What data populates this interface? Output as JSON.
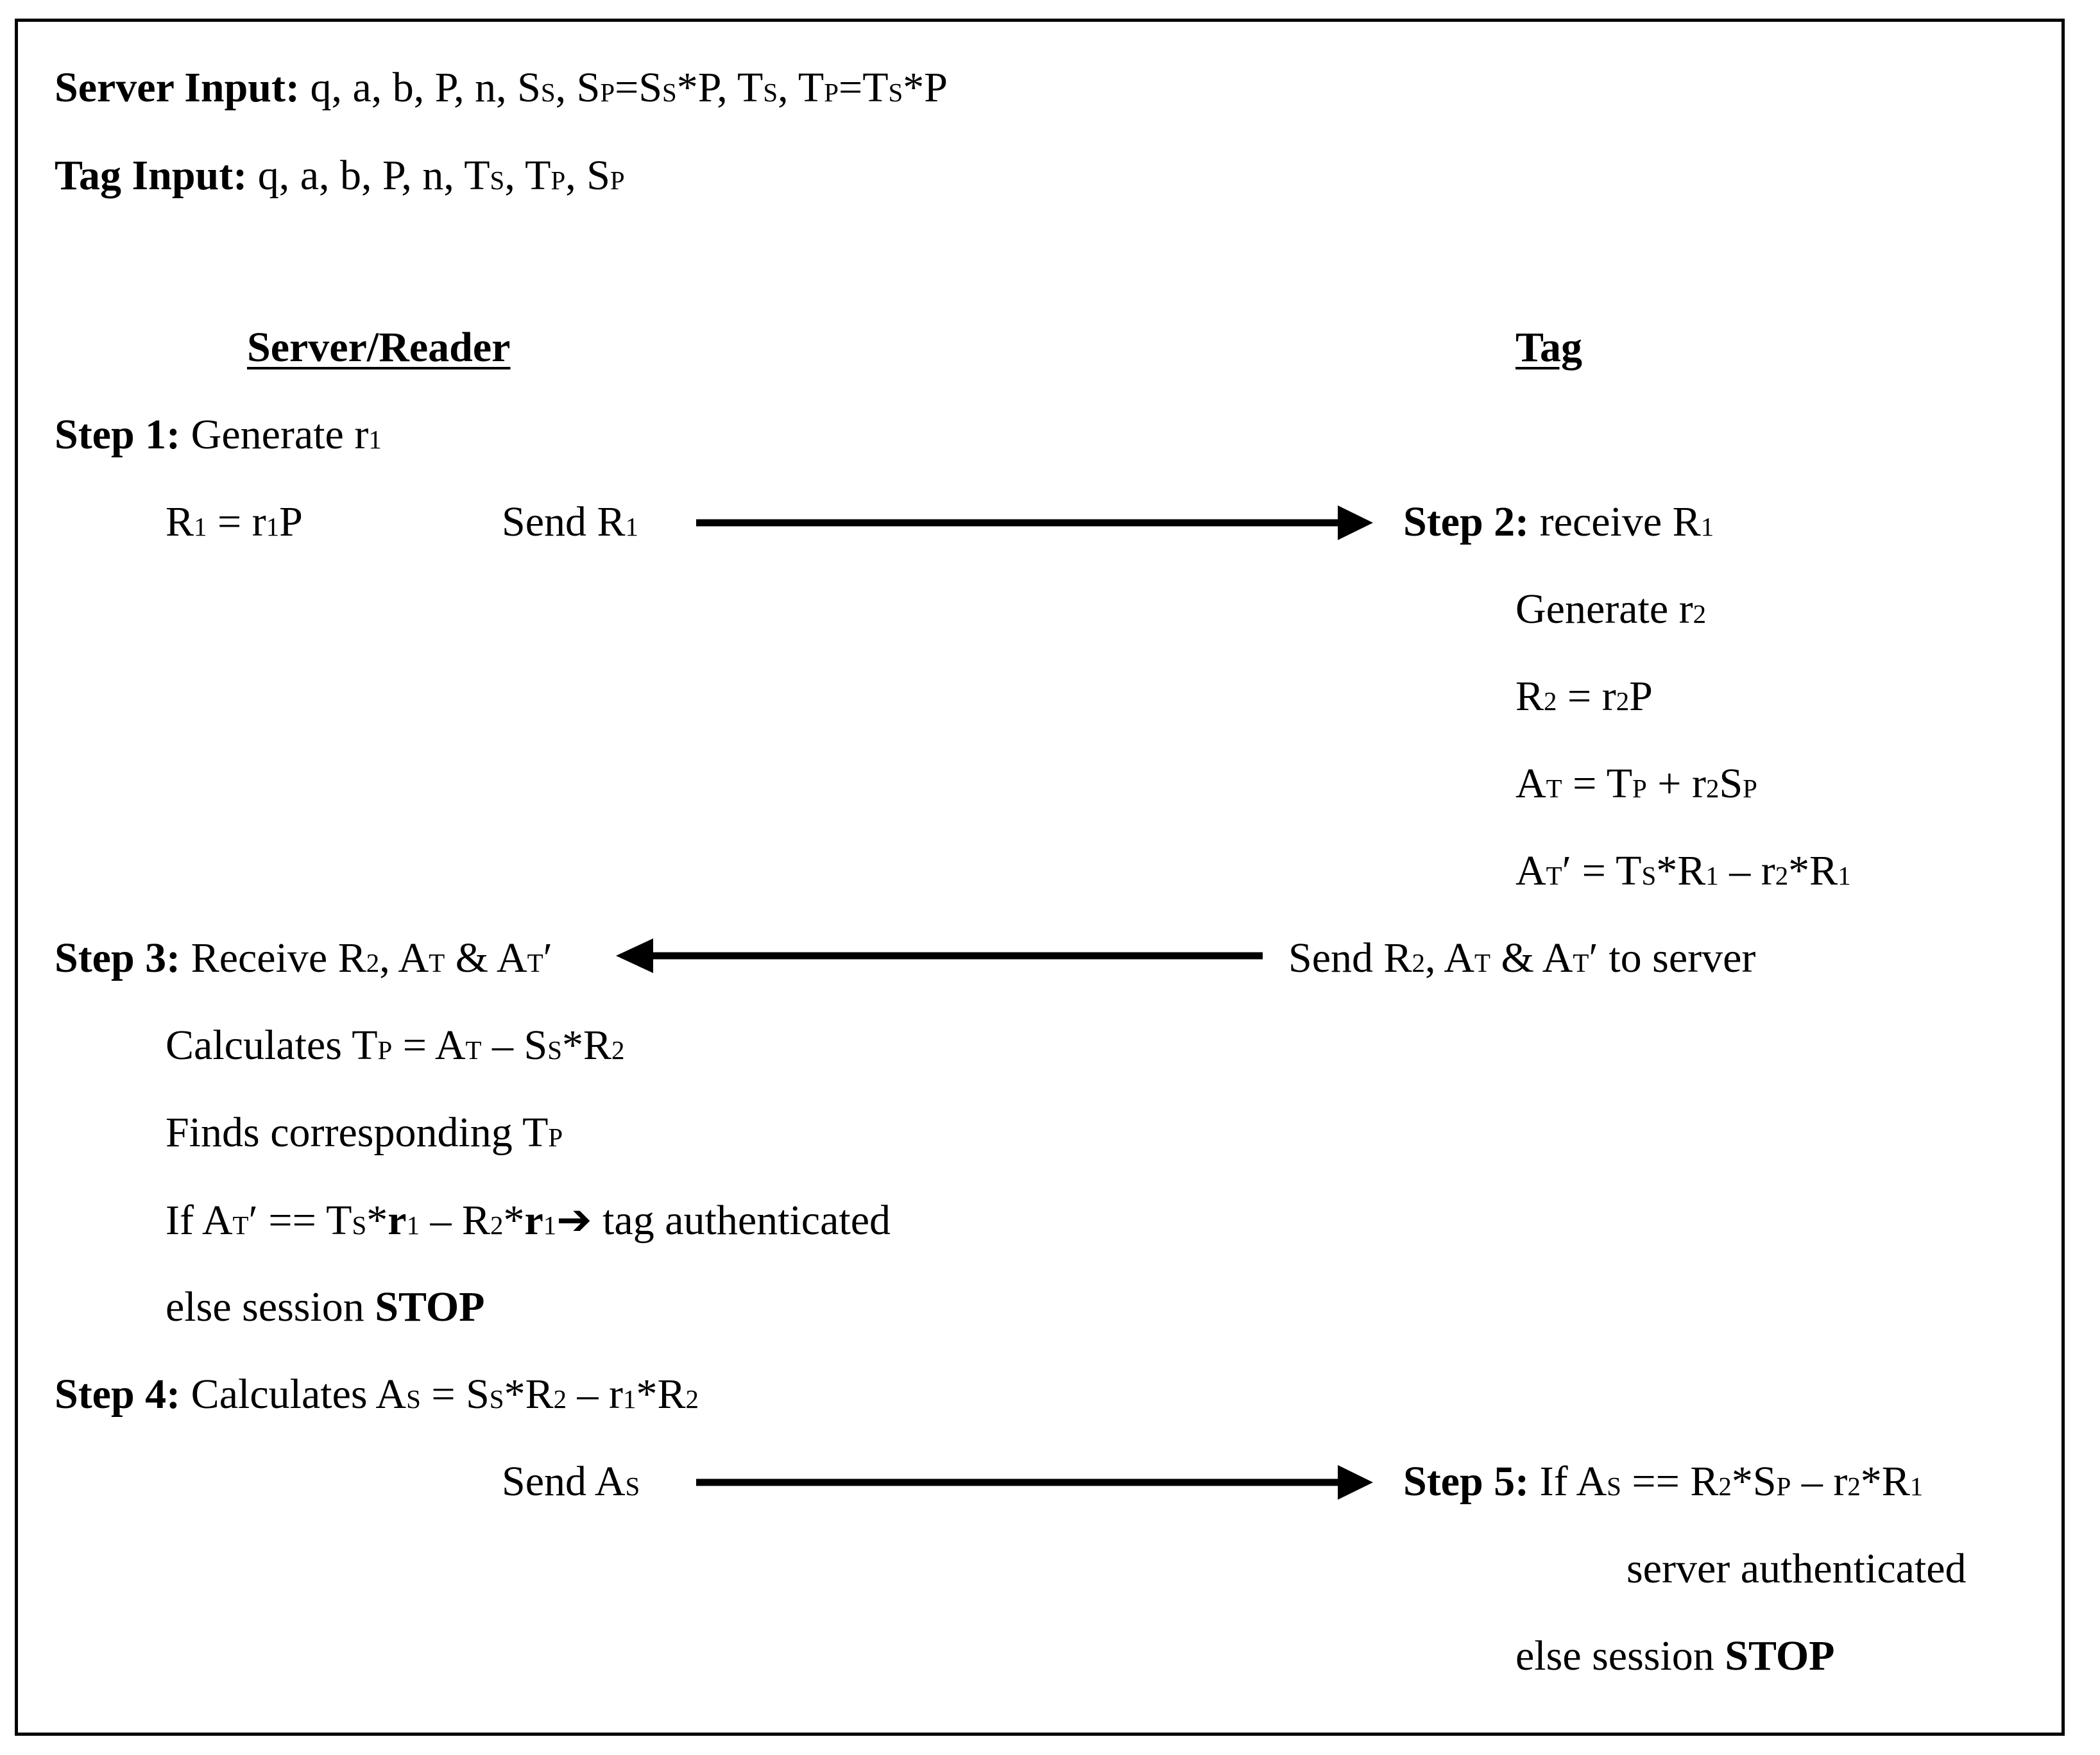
{
  "server_input": {
    "label": "Server Input:",
    "p1": " q, a, b, P, n, S",
    "s1": "S",
    "p2": ", S",
    "s2": "P",
    "p3": "=S",
    "s3": "S",
    "p4": "*P, T",
    "s4": "S",
    "p5": ", T",
    "s5": "P",
    "p6": "=T",
    "s6": "S",
    "p7": "*P"
  },
  "tag_input": {
    "label": "Tag Input:",
    "p1": " q, a, b, P, n, T",
    "s1": "S",
    "p2": ", T",
    "s2": "P",
    "p3": ", S",
    "s3": "P"
  },
  "headers": {
    "server": "Server/Reader",
    "tag": "Tag"
  },
  "step1": {
    "label": "Step 1:",
    "p1": " Generate r",
    "s1": "1",
    "r1_a": "R",
    "r1_s1": "1",
    "r1_b": " = r",
    "r1_s2": "1",
    "r1_c": "P",
    "send_a": "Send R",
    "send_s": "1"
  },
  "step2": {
    "label": "Step 2:",
    "p1": " receive R",
    "s1": "1",
    "gen_a": "Generate r",
    "gen_s": "2",
    "r2_a": "R",
    "r2_s1": "2",
    "r2_b": " = r",
    "r2_s2": "2",
    "r2_c": "P",
    "at_a": "A",
    "at_s1": "T",
    "at_b": " = T",
    "at_s2": "P",
    "at_c": " + r",
    "at_s3": "2",
    "at_d": "S",
    "at_s4": "P",
    "atp_a": "A",
    "atp_s1": "T",
    "atp_b": "′ = T",
    "atp_s2": "S",
    "atp_c": "*R",
    "atp_s3": "1",
    "atp_d": " – r",
    "atp_s4": "2",
    "atp_e": "*R",
    "atp_s5": "1",
    "send_a": "Send R",
    "send_s1": "2",
    "send_b": ", A",
    "send_s2": "T",
    "send_c": " & A",
    "send_s3": "T",
    "send_d": "′ to server"
  },
  "step3": {
    "label": "Step 3:",
    "p1": " Receive R",
    "s1": "2",
    "p2": ", A",
    "s2": "T",
    "p3": " & A",
    "s3": "T",
    "p4": "′",
    "calc_a": "Calculates T",
    "calc_s1": "P",
    "calc_b": " = A",
    "calc_s2": "T",
    "calc_c": " – S",
    "calc_s3": "S",
    "calc_d": "*R",
    "calc_s4": "2",
    "find_a": "Finds corresponding T",
    "find_s": "P",
    "if_a": "If A",
    "if_s1": "T",
    "if_b": "′ == T",
    "if_s2": "S",
    "if_c": "*",
    "if_c2": "r",
    "if_s3": "1",
    "if_d": " – R",
    "if_s4": "2",
    "if_e": "*",
    "if_e2": "r",
    "if_s5": "1",
    "if_arrow": "➔",
    "if_f": " tag authenticated",
    "else_a": "else session ",
    "else_b": "STOP"
  },
  "step4": {
    "label": "Step 4:",
    "p1": " Calculates A",
    "s1": "S",
    "p2": " = S",
    "s2": "S",
    "p3": "*R",
    "s3": "2",
    "p4": " – r",
    "s4": "1",
    "p5": "*R",
    "s5": "2",
    "send_a": "Send A",
    "send_s": "S"
  },
  "step5": {
    "label": "Step 5:",
    "p1": " If A",
    "s1": "S",
    "p2": " == R",
    "s2": "2",
    "p3": "*S",
    "s3": "P",
    "p4": " – r",
    "s4": "2",
    "p5": "*R",
    "s5": "1",
    "auth": "server authenticated",
    "else_a": "else session ",
    "else_b": "STOP"
  }
}
